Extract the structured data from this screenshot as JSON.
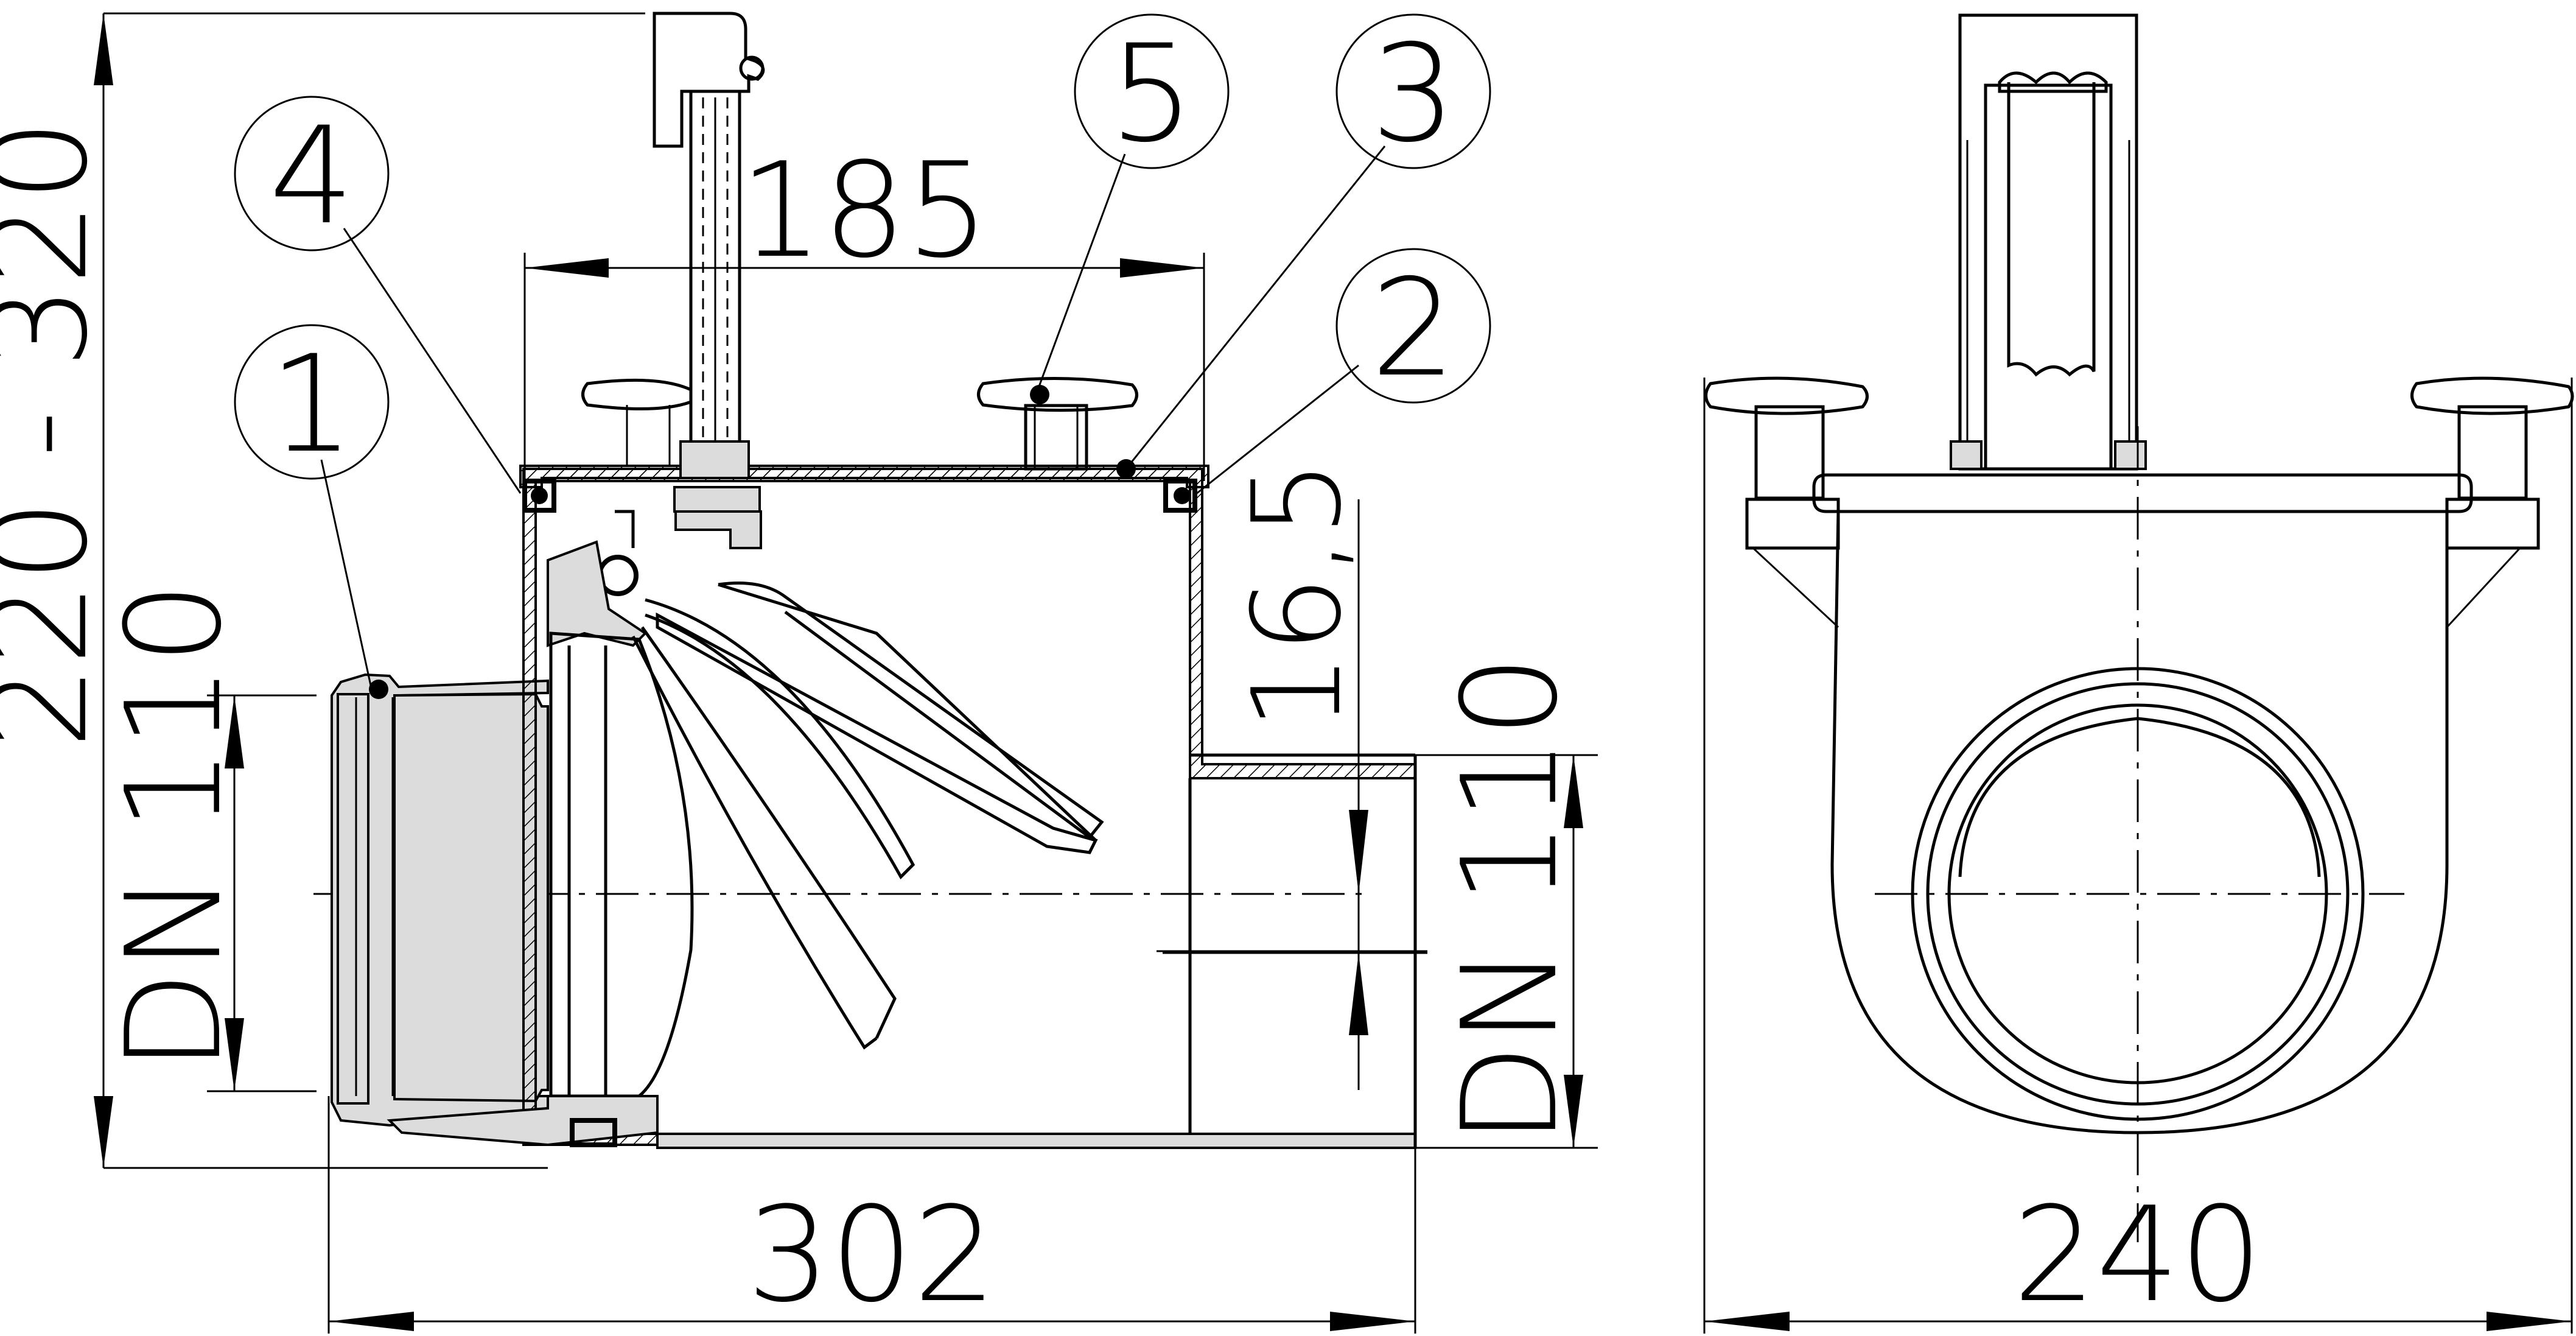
{
  "dimensions": {
    "total_height": "220 - 320",
    "top_width": "185",
    "overall_length": "302",
    "offset": "16,5",
    "inlet_dn": "DN 110",
    "outlet_dn": "DN 110",
    "front_width": "240"
  },
  "callouts": [
    "1",
    "2",
    "3",
    "4",
    "5"
  ]
}
